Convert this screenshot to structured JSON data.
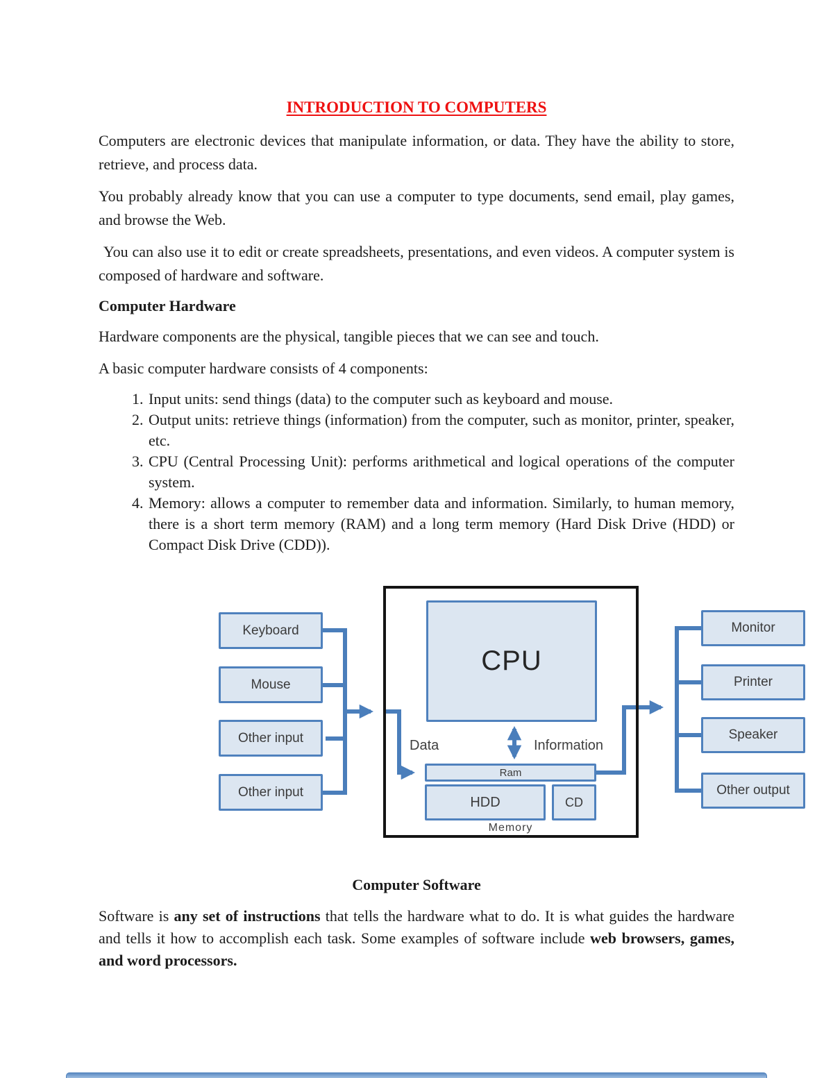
{
  "document": {
    "title": "INTRODUCTION TO COMPUTERS",
    "paragraphs": {
      "p1": "Computers are electronic devices that manipulate information, or data. They have the ability to store, retrieve, and process data.",
      "p2": "You probably already know that you can use a computer to type documents, send email, play games, and browse the Web.",
      "p3": "You can also use it to edit or create spreadsheets, presentations, and even videos. A computer system is composed of hardware and software."
    },
    "hardware": {
      "heading": "Computer Hardware",
      "intro1": "Hardware components are the physical, tangible pieces that we can see and touch.",
      "intro2": "A basic computer hardware consists of 4 components:",
      "items": [
        "Input units: send things (data) to the computer such as keyboard and mouse.",
        "Output units: retrieve things (information) from the computer, such as monitor, printer, speaker, etc.",
        "CPU (Central Processing Unit): performs arithmetical and logical operations of the computer system.",
        "Memory: allows a computer to remember data and information. Similarly, to human memory, there is a short term memory (RAM) and a long term memory (Hard Disk Drive (HDD) or Compact Disk Drive (CDD))."
      ]
    },
    "software": {
      "heading": "Computer Software",
      "seg1": "Software is ",
      "seg2_bold": "any set of instructions",
      "seg3": " that tells the hardware what to do. It is what guides the hardware and tells it how to accomplish each task. Some examples of software include ",
      "seg4_bold": "web browsers, games, and word processors."
    }
  },
  "diagram": {
    "inputs": [
      "Keyboard",
      "Mouse",
      "Other input",
      "Other input"
    ],
    "outputs": [
      "Monitor",
      "Printer",
      "Speaker",
      "Other output"
    ],
    "cpu_label": "CPU",
    "data_label": "Data",
    "information_label": "Information",
    "ram_label": "Ram",
    "hdd_label": "HDD",
    "cd_label": "CD",
    "memory_label": "Memory"
  },
  "colors": {
    "title_red": "#ee1111",
    "box_fill": "#dce6f1",
    "box_border": "#4f81bd",
    "arrow_blue": "#4a7ebb",
    "outer_border": "#141414"
  }
}
